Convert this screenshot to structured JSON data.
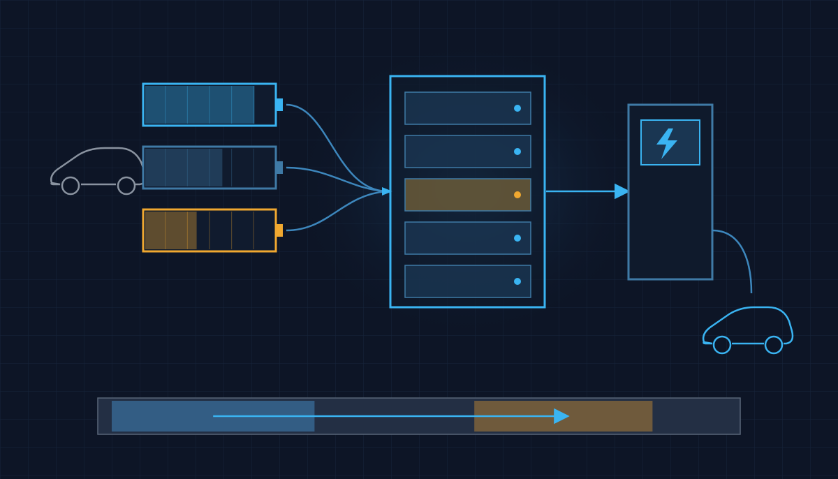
{
  "colors": {
    "background": "#0d1526",
    "grid": "#15243a",
    "accent_blue": "#3ab4f2",
    "muted_blue": "#3f7aa6",
    "accent_orange": "#f0a830",
    "gray": "#8a93a0",
    "panel_fill": "#1a3652",
    "cabinet_dark": "#0f1a2c"
  },
  "batteries": [
    {
      "state": "charged",
      "level": 0.85,
      "color": "#3ab4f2"
    },
    {
      "state": "partial",
      "level": 0.6,
      "color": "#3f7aa6"
    },
    {
      "state": "low",
      "level": 0.4,
      "color": "#f0a830"
    }
  ],
  "storage_slots": [
    {
      "state": "charging"
    },
    {
      "state": "charging"
    },
    {
      "state": "selected"
    },
    {
      "state": "charging"
    },
    {
      "state": "charging"
    }
  ],
  "icons": {
    "depleted_car": "car-outline-icon",
    "charged_car": "car-outline-icon",
    "charger": "lightning-bolt-icon"
  },
  "timeline": {
    "segments": [
      {
        "start": 0.0,
        "end": 0.33,
        "color": "#3a6e9a"
      },
      {
        "start": 0.59,
        "end": 0.88,
        "color": "#8a6a3a"
      }
    ],
    "arrow": {
      "from": 0.165,
      "to": 0.74
    }
  }
}
